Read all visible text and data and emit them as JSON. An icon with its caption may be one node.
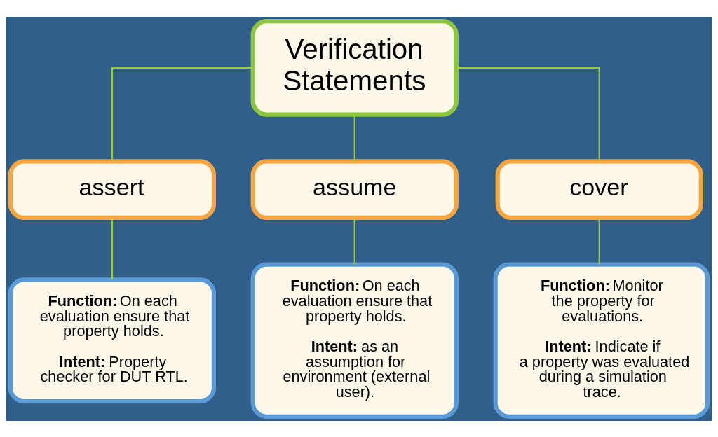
{
  "diagram": {
    "nodes": [
      {
        "text": [
          "Verification Statements"
        ]
      },
      {
        "text": [
          "assert"
        ]
      },
      {
        "text": [
          "assume"
        ]
      },
      {
        "text": [
          "cover"
        ]
      },
      {
        "text": [
          "**Function:** On each evaluation ensure that property holds.",
          "**Intent:** Property checker for DUT RTL."
        ]
      },
      {
        "text": [
          "**Function:** On each evaluation ensure that property holds.",
          "**Intent:** as an assumption for environment (external user)."
        ]
      },
      {
        "text": [
          "**Function:** Monitor the property for evaluations.",
          "**Intent:** Indicate if a property was evaluated during a simulation trace."
        ]
      }
    ],
    "edges": [
      {
        "from": 0,
        "to": 1,
        "arrow": "none"
      },
      {
        "from": 0,
        "to": 2,
        "arrow": "none"
      },
      {
        "from": 0,
        "to": 3,
        "arrow": "none"
      },
      {
        "from": 1,
        "to": 4,
        "arrow": "none"
      },
      {
        "from": 2,
        "to": 5,
        "arrow": "none"
      },
      {
        "from": 3,
        "to": 6,
        "arrow": "none"
      }
    ]
  }
}
